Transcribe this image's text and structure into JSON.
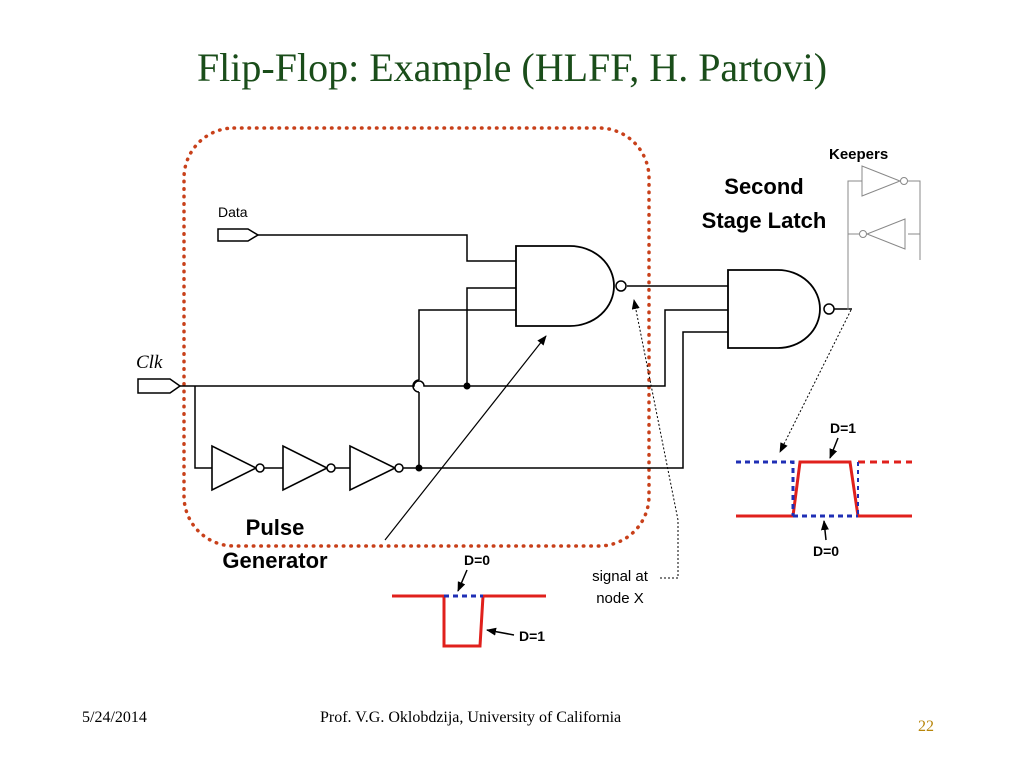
{
  "slide": {
    "title": "Flip-Flop: Example (HLFF, H. Partovi)",
    "footer_date": "5/24/2014",
    "footer_author": "Prof. V.G. Oklobdzija, University of California",
    "page_number": "22",
    "colors": {
      "title": "#1a4d1a",
      "page_number": "#b8860b",
      "signal": "#e0201c",
      "dashed": "#1f2fb5",
      "pulse_box": "#c8401a"
    }
  },
  "diagram": {
    "data_label": "Data",
    "clk_label": "Clk",
    "keepers_label": "Keepers",
    "second_stage_line1": "Second",
    "second_stage_line2": "Stage Latch",
    "pulse_gen_line1": "Pulse",
    "pulse_gen_line2": "Generator",
    "node_x_line1": "signal at",
    "node_x_line2": "node X"
  },
  "waveforms": {
    "left_top_label": "D=0",
    "left_bottom_label": "D=1",
    "right_top_label": "D=1",
    "right_bottom_label": "D=0"
  }
}
